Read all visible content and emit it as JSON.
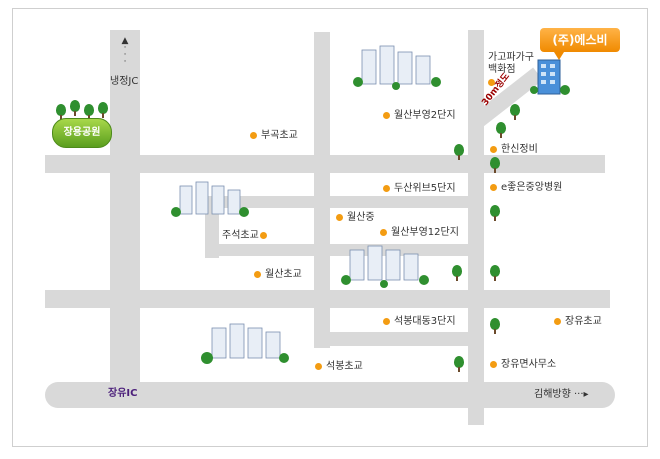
{
  "company": {
    "name": "(주)에스비",
    "color": "#f39c12"
  },
  "park": {
    "name": "장용공원"
  },
  "interchanges": {
    "north": "냉정JC",
    "west": "장유IC"
  },
  "direction": {
    "east": "김해방향"
  },
  "distance_label": "30m정도",
  "places": [
    {
      "name": "부곡초교"
    },
    {
      "name": "월산부영2단지"
    },
    {
      "name": "가고파가구\n백화점"
    },
    {
      "name": "한신정비"
    },
    {
      "name": "두산위브5단지"
    },
    {
      "name": "e좋은중앙병원"
    },
    {
      "name": "월산중"
    },
    {
      "name": "주석초교"
    },
    {
      "name": "월산부영12단지"
    },
    {
      "name": "월산초교"
    },
    {
      "name": "석봉대동3단지"
    },
    {
      "name": "장유초교"
    },
    {
      "name": "석봉초교"
    },
    {
      "name": "장유면사무소"
    }
  ],
  "colors": {
    "road": "#d9d9d9",
    "marker": "#f39c12",
    "tree": "#2f8f2f"
  }
}
